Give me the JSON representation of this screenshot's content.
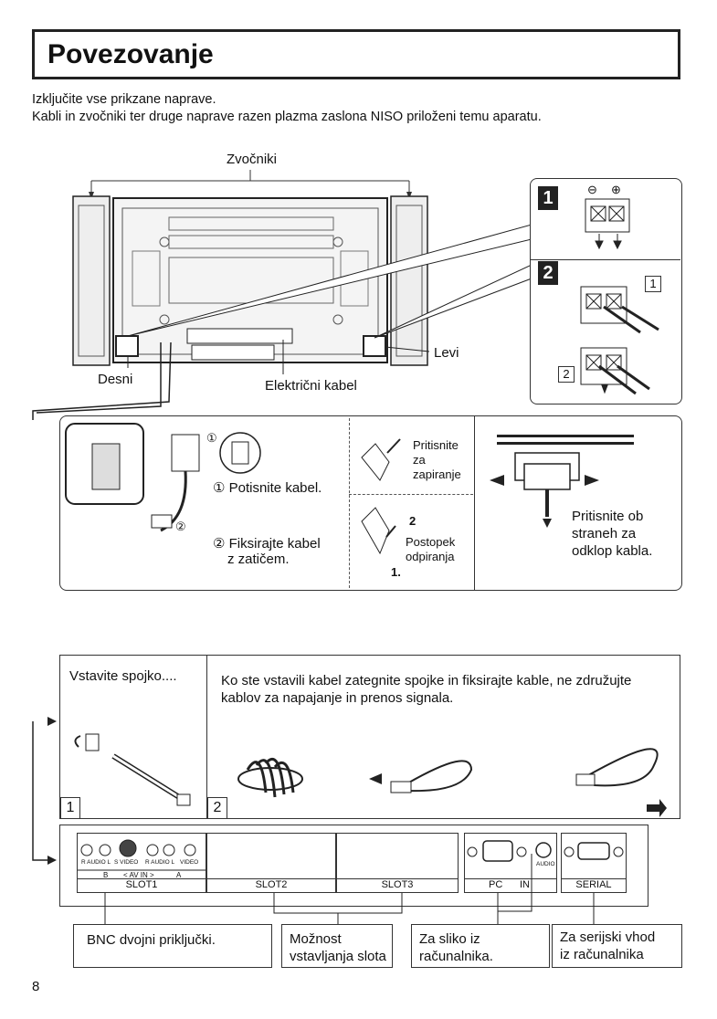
{
  "title": "Povezovanje",
  "intro": {
    "line1": "Izključite vse prikzane naprave.",
    "line2": "Kabli in zvočniki ter druge naprave razen plazma zaslona NISO priloženi temu aparatu."
  },
  "top_diagram": {
    "speakers_label": "Zvočniki",
    "right_label": "Desni",
    "left_label": "Levi",
    "power_cable_label": "Električni kabel"
  },
  "speaker_steps": {
    "step1": "1",
    "step2": "2",
    "sub1": "1",
    "sub2": "2",
    "minus": "⊖",
    "plus": "⊕"
  },
  "clamp_panel": {
    "circle1": "①",
    "circle2": "②",
    "push_cable": "① Potisnite kabel.",
    "fix_cable_line1": "② Fiksirajte kabel",
    "fix_cable_line2": "z zatičem.",
    "press_lock_line1": "Pritisnite",
    "press_lock_line2": "za",
    "press_lock_line3": "zapiranje",
    "open_num2": "2",
    "open_num1": "1.",
    "open_line1": "Postopek",
    "open_line2": "odpiranja",
    "release_line1": "Pritisnite ob",
    "release_line2": "straneh za",
    "release_line3": "odklop kabla."
  },
  "tie_panel": {
    "insert_label": "Vstavite spojko....",
    "instruction_line1": "Ko ste vstavili kabel zategnite spojke in fiksirajte kable, ne združujte",
    "instruction_line2": "kablov za napajanje in prenos signala.",
    "num1": "1",
    "num2": "2"
  },
  "terminals": {
    "slot1_sub": {
      "audio_b": "R AUDIO L",
      "svideo": "S VIDEO",
      "audio_a": "R AUDIO L",
      "video": "VIDEO",
      "b": "B",
      "avin": "< AV IN >",
      "a": "A"
    },
    "slot1": "SLOT1",
    "slot2": "SLOT2",
    "slot3": "SLOT3",
    "pc": "PC",
    "in": "IN",
    "audio": "AUDIO",
    "serial": "SERIAL"
  },
  "callouts": {
    "bnc": "BNC dvojni priključki.",
    "slot_line1": "Možnost",
    "slot_line2": "vstavljanja slota",
    "pc_line1": "Za sliko iz",
    "pc_line2": "računalnika.",
    "serial_line1": "Za serijski vhod",
    "serial_line2": "iz računalnika"
  },
  "page_number": "8",
  "icons": [
    "arrow-left-icon",
    "arrow-right-icon",
    "arrow-down-icon",
    "connector-icon"
  ]
}
